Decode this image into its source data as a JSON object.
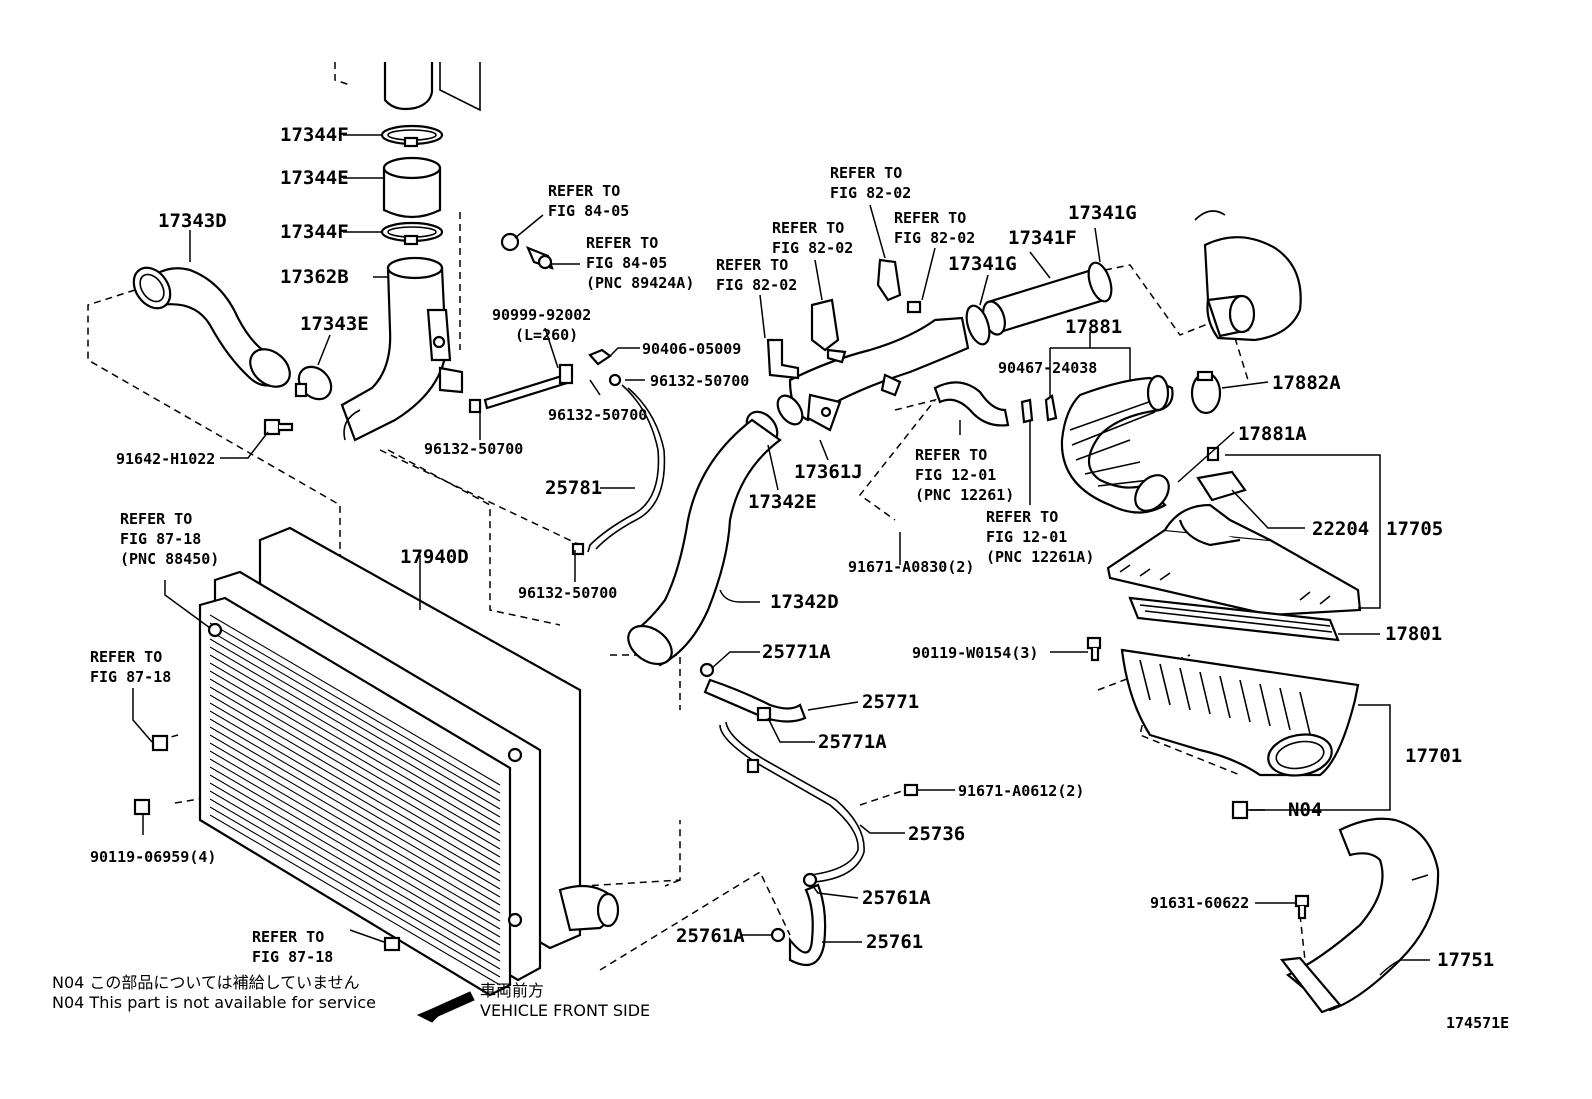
{
  "diagram_id": "174571E",
  "labels": {
    "p17344F_top": "17344F",
    "p17344E": "17344E",
    "p17344F_bot": "17344F",
    "p17343D": "17343D",
    "p17362B": "17362B",
    "p17343E": "17343E",
    "p91642": "91642-H1022",
    "p96132_a": "96132-50700",
    "p90999": "90999-92002",
    "p90999_len": "(L=260)",
    "p90406": "90406-05009",
    "p96132_b": "96132-50700",
    "p25781": "25781",
    "p96132_c": "96132-50700",
    "p17342E": "17342E",
    "p17361J": "17361J",
    "p17341G_top": "17341G",
    "p17341F": "17341F",
    "p17341G_mid": "17341G",
    "p17881": "17881",
    "p90467": "90467-24038",
    "p17882A": "17882A",
    "p17881A": "17881A",
    "p22204": "22204",
    "p17705": "17705",
    "p91671_a": "91671-A0830(2)",
    "p17940D": "17940D",
    "p17342D": "17342D",
    "p25771A_top": "25771A",
    "p25771": "25771",
    "p25771A_bot": "25771A",
    "p90119_w": "90119-W0154(3)",
    "p17801": "17801",
    "p17701": "17701",
    "pN04": "N04",
    "p91671_b": "91671-A0612(2)",
    "p25736": "25736",
    "p25761A_r": "25761A",
    "p25761A_l": "25761A",
    "p25761": "25761",
    "p91631": "91631-60622",
    "p17751": "17751",
    "p90119_b": "90119-06959(4)"
  },
  "refer": {
    "r1_l1": "REFER TO",
    "r1_l2": "FIG 84-05",
    "r2_l1": "REFER TO",
    "r2_l2": "FIG 84-05",
    "r2_l3": "(PNC 89424A)",
    "r3_l1": "REFER TO",
    "r3_l2": "FIG 82-02",
    "r4_l1": "REFER TO",
    "r4_l2": "FIG 82-02",
    "r5_l1": "REFER TO",
    "r5_l2": "FIG 82-02",
    "r6_l1": "REFER TO",
    "r6_l2": "FIG 82-02",
    "r7_l1": "REFER TO",
    "r7_l2": "FIG 12-01",
    "r7_l3": "(PNC 12261)",
    "r8_l1": "REFER TO",
    "r8_l2": "FIG 12-01",
    "r8_l3": "(PNC 12261A)",
    "r9_l1": "REFER TO",
    "r9_l2": "FIG 87-18",
    "r9_l3": "(PNC 88450)",
    "r10_l1": "REFER TO",
    "r10_l2": "FIG 87-18",
    "r11_l1": "REFER TO",
    "r11_l2": "FIG 87-18"
  },
  "notes": {
    "n04_jp": "N04  この部品については補給していません",
    "n04_en": "N04  This part is not available for service",
    "front_jp": "車両前方",
    "front_en": "VEHICLE FRONT SIDE"
  }
}
